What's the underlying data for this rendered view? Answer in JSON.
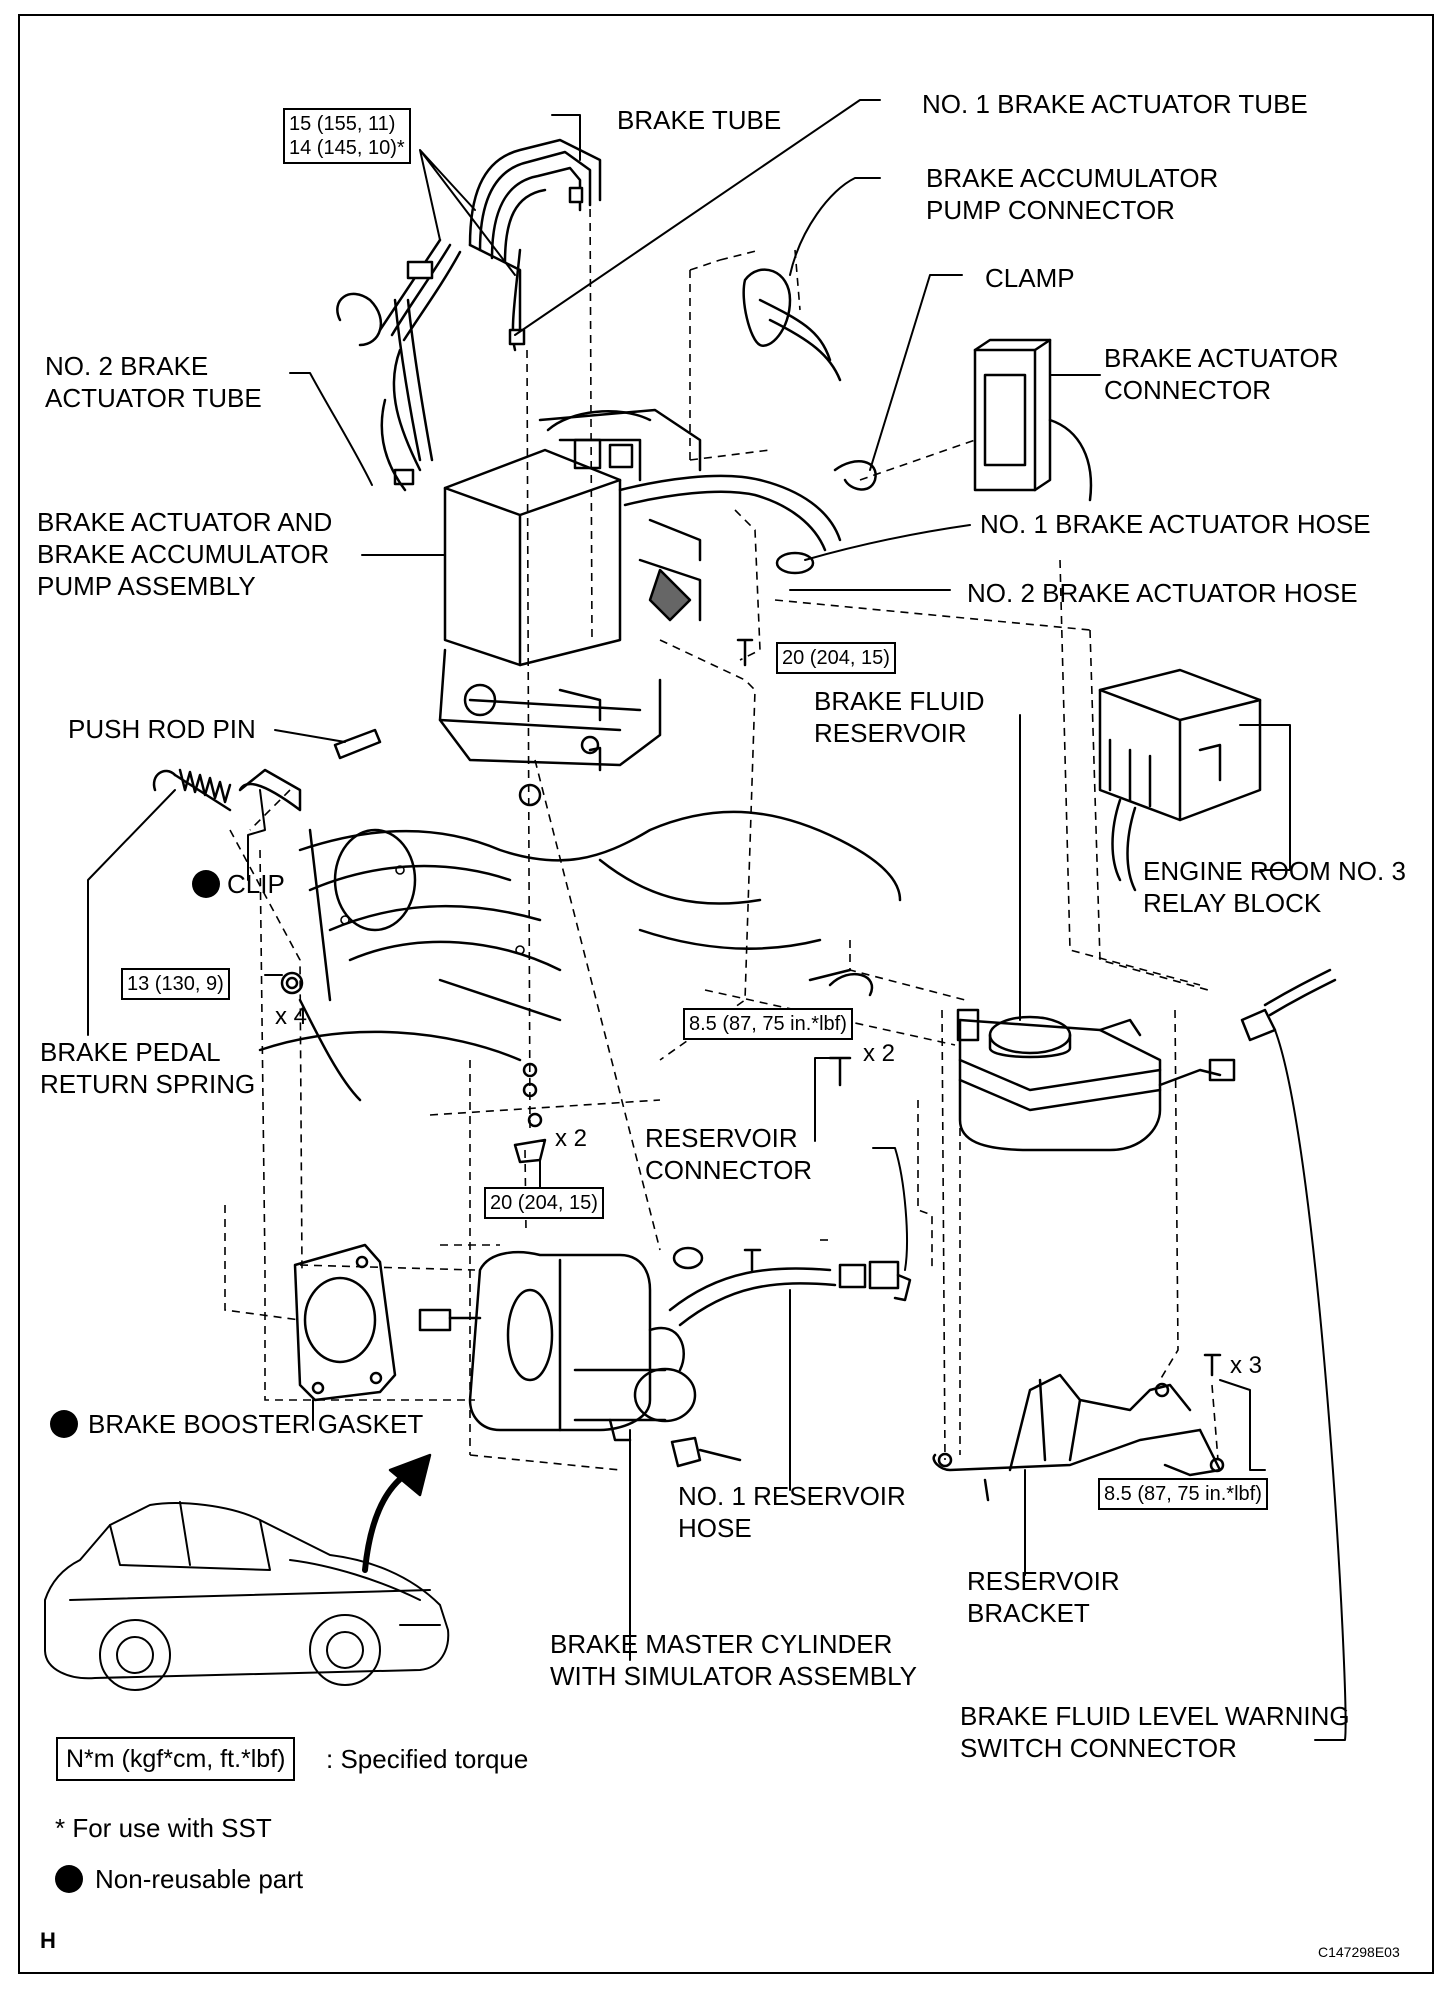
{
  "labels": {
    "brake_tube": "BRAKE TUBE",
    "no1_actuator_tube": "NO. 1 BRAKE ACTUATOR TUBE",
    "accumulator_pump_connector": [
      "BRAKE ACCUMULATOR",
      "PUMP CONNECTOR"
    ],
    "clamp": "CLAMP",
    "brake_actuator_connector": [
      "BRAKE ACTUATOR",
      "CONNECTOR"
    ],
    "no2_actuator_tube": [
      "NO. 2 BRAKE",
      "ACTUATOR TUBE"
    ],
    "actuator_pump_assembly": [
      "BRAKE ACTUATOR AND",
      "BRAKE ACCUMULATOR",
      "PUMP ASSEMBLY"
    ],
    "no1_actuator_hose": "NO. 1 BRAKE ACTUATOR HOSE",
    "no2_actuator_hose": "NO. 2 BRAKE ACTUATOR HOSE",
    "push_rod_pin": "PUSH ROD PIN",
    "brake_fluid_reservoir": [
      "BRAKE FLUID",
      "RESERVOIR"
    ],
    "clip": "CLIP",
    "relay_block": [
      "ENGINE ROOM NO. 3",
      "RELAY BLOCK"
    ],
    "return_spring": [
      "BRAKE PEDAL",
      "RETURN SPRING"
    ],
    "reservoir_connector": [
      "RESERVOIR",
      "CONNECTOR"
    ],
    "booster_gasket": "BRAKE BOOSTER GASKET",
    "no1_reservoir_hose": [
      "NO. 1 RESERVOIR",
      "HOSE"
    ],
    "reservoir_bracket": [
      "RESERVOIR",
      "BRACKET"
    ],
    "master_cylinder": [
      "BRAKE MASTER CYLINDER",
      "WITH SIMULATOR ASSEMBLY"
    ],
    "level_switch_connector": [
      "BRAKE FLUID LEVEL WARNING",
      "SWITCH CONNECTOR"
    ]
  },
  "torques": {
    "brake_tube": [
      "15 (155, 11)",
      "14 (145, 10)*"
    ],
    "actuator_bolt": "20 (204, 15)",
    "return_spring_nut": "13 (130, 9)",
    "reservoir_bolt": "8.5 (87, 75 in.*lbf)",
    "cylinder_nut": "20 (204, 15)",
    "bracket_bolt": "8.5 (87, 75 in.*lbf)"
  },
  "quantities": {
    "nut_x4": "x 4",
    "reservoir_x2": "x 2",
    "cylinder_x2": "x 2",
    "bracket_x3": "x 3"
  },
  "legend": {
    "torque_box": "N*m (kgf*cm, ft.*lbf)",
    "torque_text": ": Specified torque",
    "sst_note": "* For use with SST",
    "non_reusable": "Non-reusable part"
  },
  "corner_letter": "H",
  "figure_code": "C147298E03"
}
